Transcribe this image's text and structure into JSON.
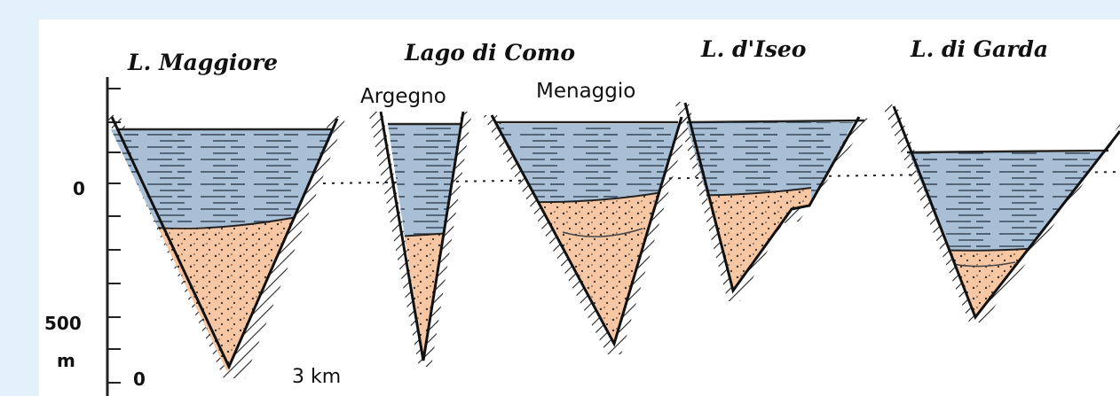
{
  "lakes": [
    {
      "name": "L. Maggiore"
    },
    {
      "name": "Lago di Como",
      "sites": [
        "Argegno",
        "Menaggio"
      ]
    },
    {
      "name": "L. d'Iseo"
    },
    {
      "name": "L. di Garda"
    }
  ],
  "depth_axis": {
    "tick_top": "0",
    "tick_bottom": "500",
    "unit": "m"
  },
  "scale_bar": {
    "start": "0",
    "end": "3 km"
  },
  "colors": {
    "water": "#a9bfd6",
    "sediment": "#f7c6a2",
    "outline": "#111111",
    "background": "#e3f1fb"
  }
}
